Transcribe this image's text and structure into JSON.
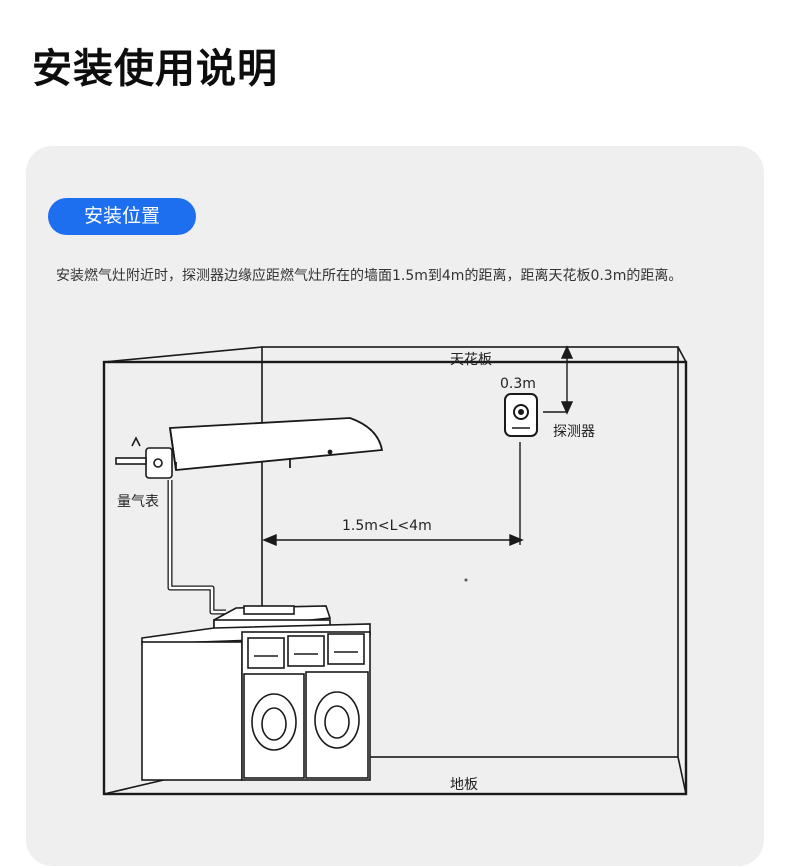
{
  "page": {
    "title": "安装使用说明"
  },
  "section": {
    "tag": "安装位置",
    "description": "安装燃气灶附近时，探测器边缘应距燃气灶所在的墙面1.5m到4m的距离，距离天花板0.3m的距离。"
  },
  "diagram": {
    "ceiling_label": "天花板",
    "ceiling_distance_label": "0.3m",
    "detector_label": "探测器",
    "meter_label": "量气表",
    "distance_range_label": "1.5m<L<4m",
    "floor_label": "地板"
  }
}
